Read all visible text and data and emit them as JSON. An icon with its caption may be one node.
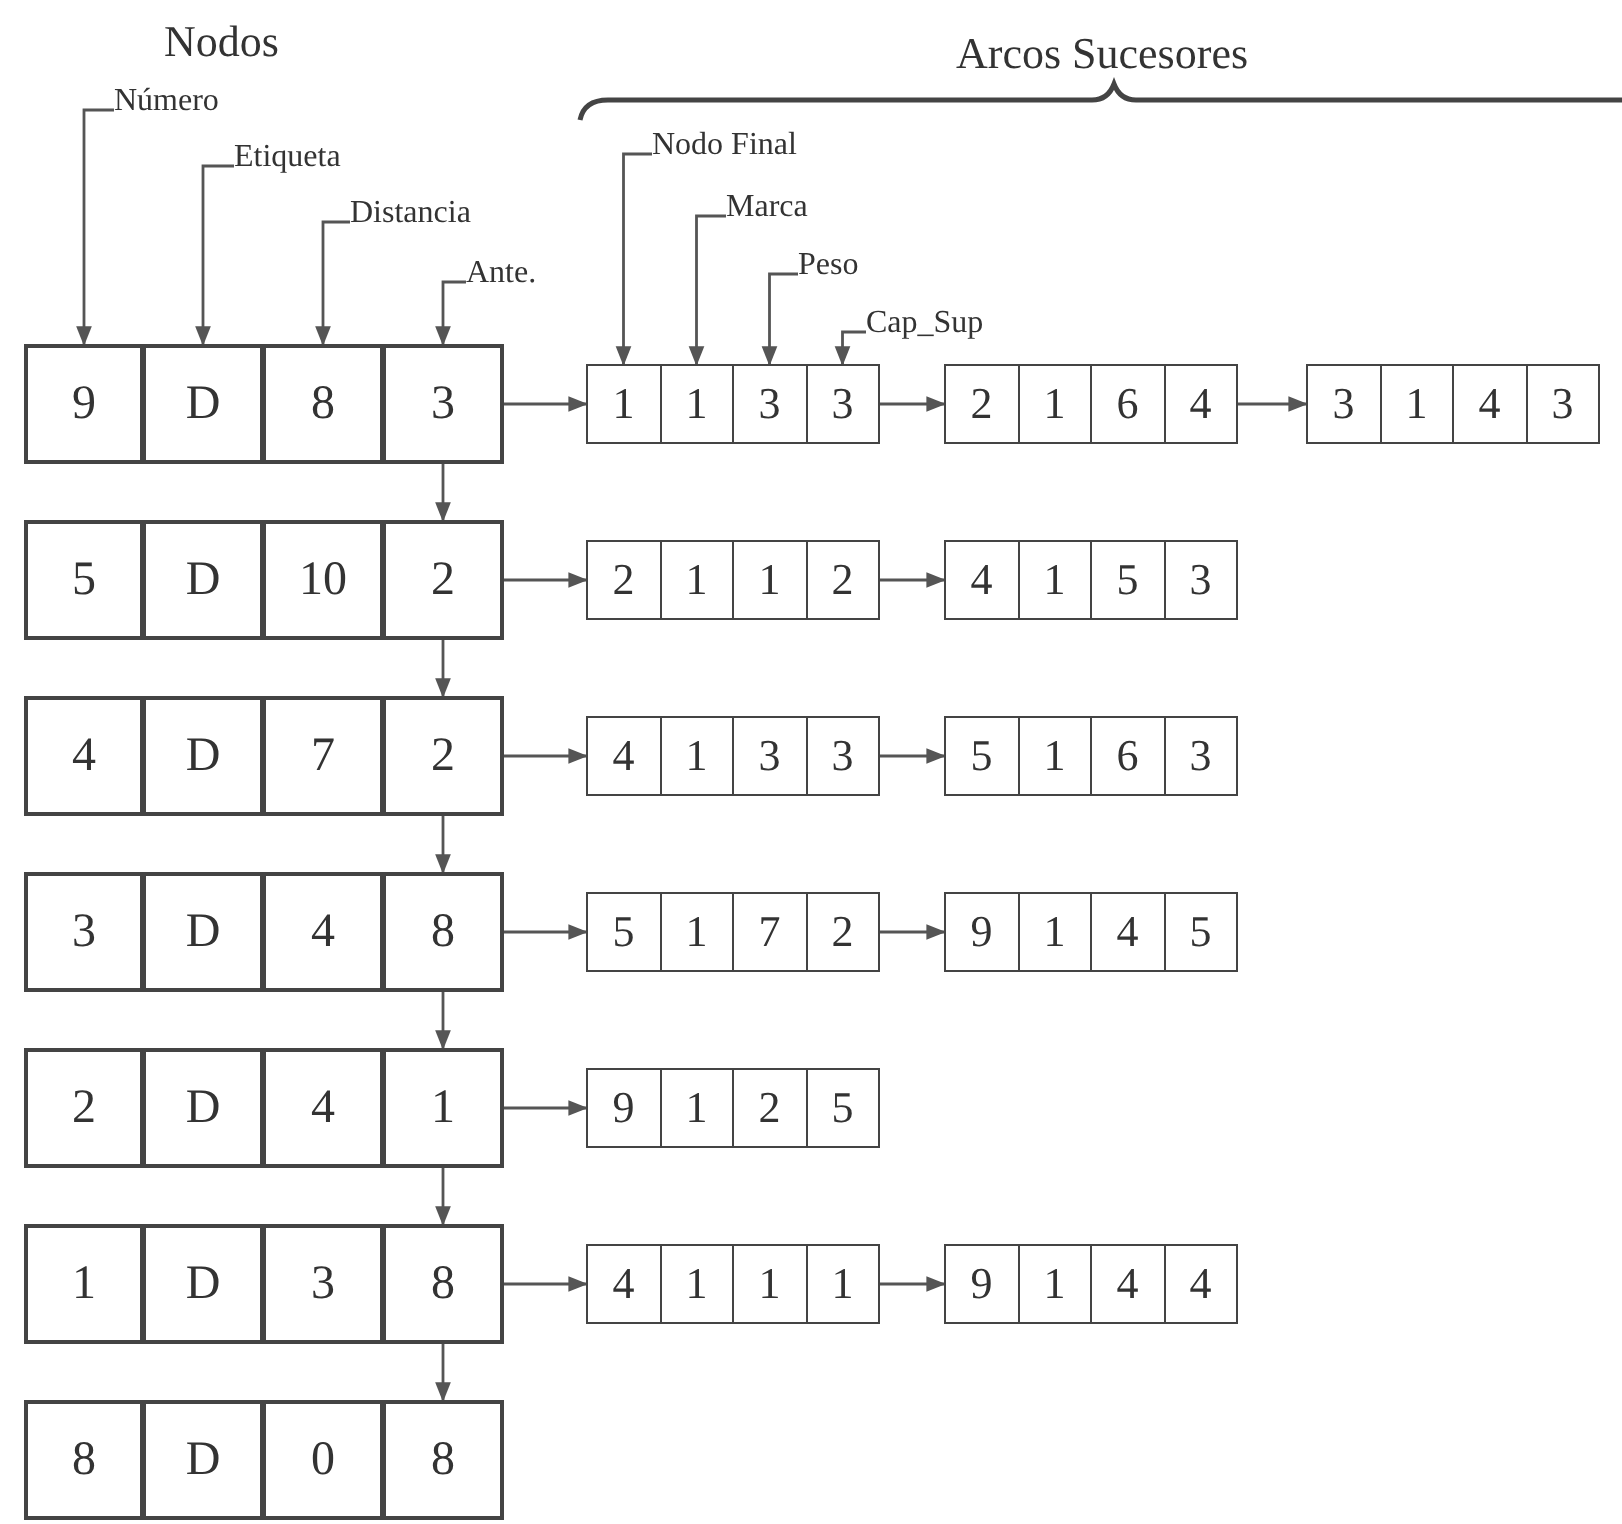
{
  "diagram": {
    "nodes": [
      {
        "text": [
          "Número"
        ]
      },
      {
        "text": [
          "Etiqueta"
        ]
      },
      {
        "text": [
          "Distancia"
        ]
      },
      {
        "text": [
          "Ante."
        ]
      },
      {
        "text": [
          "Nodo Final"
        ]
      },
      {
        "text": [
          "Marca"
        ]
      },
      {
        "text": [
          "Peso"
        ]
      },
      {
        "text": [
          "Cap_Sup"
        ]
      },
      {
        "text": [
          "9"
        ]
      },
      {
        "text": [
          "D"
        ]
      },
      {
        "text": [
          "8"
        ]
      },
      {
        "text": [
          "3"
        ]
      },
      {
        "text": [
          "1"
        ]
      },
      {
        "text": [
          "1"
        ]
      },
      {
        "text": [
          "3"
        ]
      },
      {
        "text": [
          "3"
        ]
      },
      {
        "text": [
          "2"
        ]
      },
      {
        "text": [
          "1"
        ]
      },
      {
        "text": [
          "6"
        ]
      },
      {
        "text": [
          "4"
        ]
      },
      {
        "text": [
          "3"
        ]
      },
      {
        "text": [
          "1"
        ]
      },
      {
        "text": [
          "4"
        ]
      },
      {
        "text": [
          "3"
        ]
      },
      {
        "text": [
          "5"
        ]
      },
      {
        "text": [
          "D"
        ]
      },
      {
        "text": [
          "10"
        ]
      },
      {
        "text": [
          "2"
        ]
      },
      {
        "text": [
          "2"
        ]
      },
      {
        "text": [
          "1"
        ]
      },
      {
        "text": [
          "1"
        ]
      },
      {
        "text": [
          "2"
        ]
      },
      {
        "text": [
          "4"
        ]
      },
      {
        "text": [
          "1"
        ]
      },
      {
        "text": [
          "5"
        ]
      },
      {
        "text": [
          "3"
        ]
      },
      {
        "text": [
          "4"
        ]
      },
      {
        "text": [
          "D"
        ]
      },
      {
        "text": [
          "7"
        ]
      },
      {
        "text": [
          "2"
        ]
      },
      {
        "text": [
          "4"
        ]
      },
      {
        "text": [
          "1"
        ]
      },
      {
        "text": [
          "3"
        ]
      },
      {
        "text": [
          "3"
        ]
      },
      {
        "text": [
          "5"
        ]
      },
      {
        "text": [
          "1"
        ]
      },
      {
        "text": [
          "6"
        ]
      },
      {
        "text": [
          "3"
        ]
      },
      {
        "text": [
          "3"
        ]
      },
      {
        "text": [
          "D"
        ]
      },
      {
        "text": [
          "4"
        ]
      },
      {
        "text": [
          "8"
        ]
      },
      {
        "text": [
          "5"
        ]
      },
      {
        "text": [
          "1"
        ]
      },
      {
        "text": [
          "7"
        ]
      },
      {
        "text": [
          "2"
        ]
      },
      {
        "text": [
          "9"
        ]
      },
      {
        "text": [
          "1"
        ]
      },
      {
        "text": [
          "4"
        ]
      },
      {
        "text": [
          "5"
        ]
      },
      {
        "text": [
          "2"
        ]
      },
      {
        "text": [
          "D"
        ]
      },
      {
        "text": [
          "4"
        ]
      },
      {
        "text": [
          "1"
        ]
      },
      {
        "text": [
          "9"
        ]
      },
      {
        "text": [
          "1"
        ]
      },
      {
        "text": [
          "2"
        ]
      },
      {
        "text": [
          "5"
        ]
      },
      {
        "text": [
          "1"
        ]
      },
      {
        "text": [
          "D"
        ]
      },
      {
        "text": [
          "3"
        ]
      },
      {
        "text": [
          "8"
        ]
      },
      {
        "text": [
          "4"
        ]
      },
      {
        "text": [
          "1"
        ]
      },
      {
        "text": [
          "1"
        ]
      },
      {
        "text": [
          "1"
        ]
      },
      {
        "text": [
          "9"
        ]
      },
      {
        "text": [
          "1"
        ]
      },
      {
        "text": [
          "4"
        ]
      },
      {
        "text": [
          "4"
        ]
      },
      {
        "text": [
          "8"
        ]
      },
      {
        "text": [
          "D"
        ]
      },
      {
        "text": [
          "0"
        ]
      },
      {
        "text": [
          "8"
        ]
      }
    ],
    "edges": [
      {
        "from": 0,
        "to": 8,
        "arrow": "to"
      },
      {
        "from": 1,
        "to": 9,
        "arrow": "to"
      },
      {
        "from": 2,
        "to": 10,
        "arrow": "to"
      },
      {
        "from": 3,
        "to": 11,
        "arrow": "to"
      },
      {
        "from": 4,
        "to": 12,
        "arrow": "to"
      },
      {
        "from": 5,
        "to": 13,
        "arrow": "to"
      },
      {
        "from": 6,
        "to": 14,
        "arrow": "to"
      },
      {
        "from": 7,
        "to": 15,
        "arrow": "to"
      },
      {
        "from": 11,
        "to": 12,
        "arrow": "to"
      },
      {
        "from": 15,
        "to": 16,
        "arrow": "to"
      },
      {
        "from": 19,
        "to": 20,
        "arrow": "to"
      },
      {
        "from": 27,
        "to": 28,
        "arrow": "to"
      },
      {
        "from": 31,
        "to": 32,
        "arrow": "to"
      },
      {
        "from": 39,
        "to": 40,
        "arrow": "to"
      },
      {
        "from": 43,
        "to": 44,
        "arrow": "to"
      },
      {
        "from": 51,
        "to": 52,
        "arrow": "to"
      },
      {
        "from": 55,
        "to": 56,
        "arrow": "to"
      },
      {
        "from": 63,
        "to": 64,
        "arrow": "to"
      },
      {
        "from": 71,
        "to": 72,
        "arrow": "to"
      },
      {
        "from": 75,
        "to": 76,
        "arrow": "to"
      },
      {
        "from": 11,
        "to": 27,
        "arrow": "to"
      },
      {
        "from": 27,
        "to": 39,
        "arrow": "to"
      },
      {
        "from": 39,
        "to": 51,
        "arrow": "to"
      },
      {
        "from": 51,
        "to": 63,
        "arrow": "to"
      },
      {
        "from": 63,
        "to": 71,
        "arrow": "to"
      },
      {
        "from": 71,
        "to": 83,
        "arrow": "to"
      }
    ],
    "labels": [
      "Nodos",
      "Arcos Sucesores"
    ]
  }
}
